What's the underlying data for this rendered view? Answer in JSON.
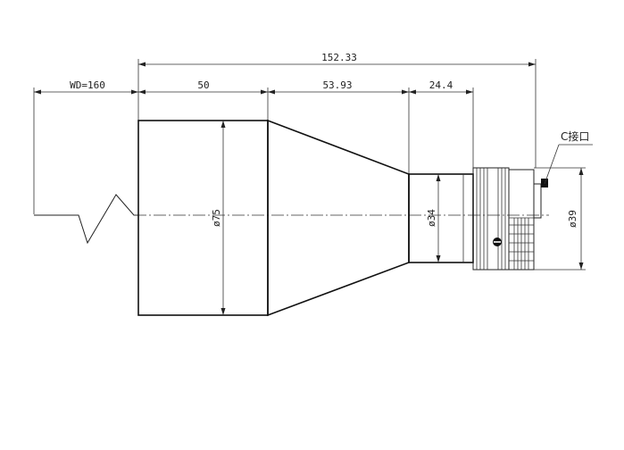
{
  "dimensions": {
    "overall": "152.33",
    "working_distance": "WD=160",
    "front_length": "50",
    "taper_length": "53.93",
    "rear_length": "24.4",
    "front_diameter": "ø75",
    "rear_diameter": "ø34",
    "mount_diameter": "ø39"
  },
  "callouts": {
    "mount": "C接口"
  },
  "colors": {
    "line": "#222222",
    "background": "#ffffff"
  }
}
